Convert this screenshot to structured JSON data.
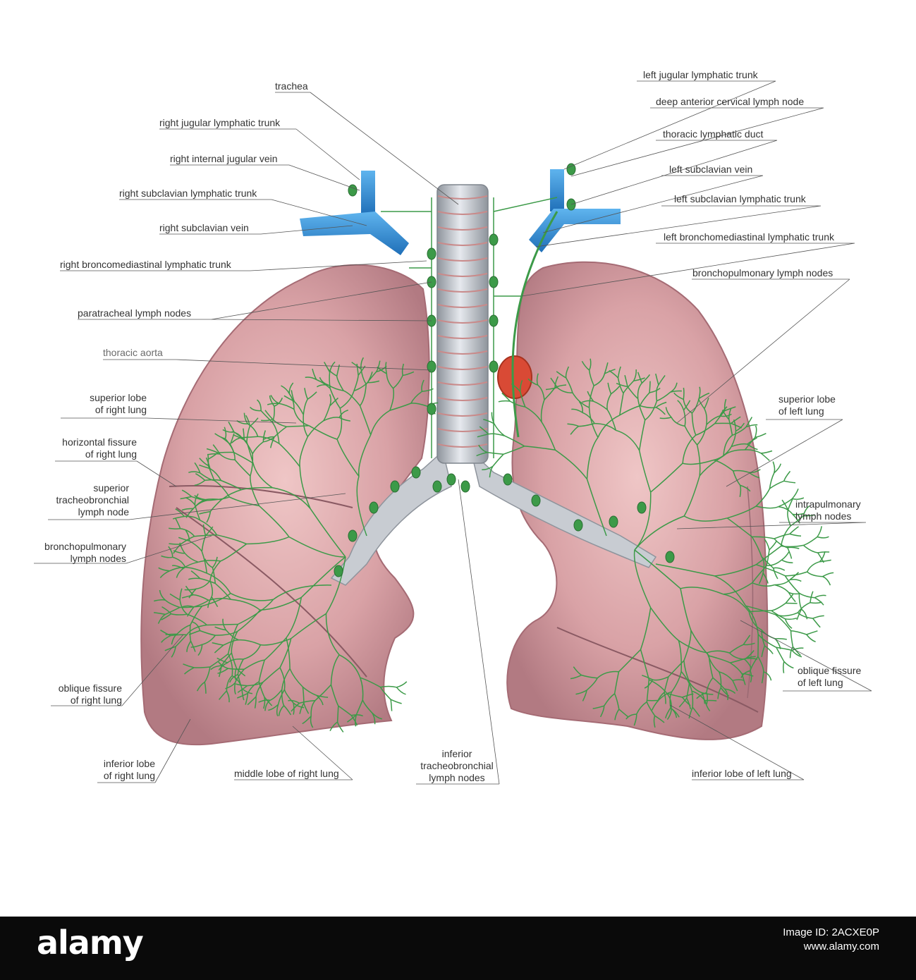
{
  "labels": {
    "trachea": "trachea",
    "right_jugular_trunk": "right jugular lymphatic trunk",
    "right_internal_jugular_vein": "right internal jugular vein",
    "right_subclavian_lymph_trunk": "right subclavian lymphatic trunk",
    "right_subclavian_vein": "right subclavian vein",
    "right_bronchomediastinal_trunk": "right broncomediastinal lymphatic trunk",
    "paratracheal_nodes": "paratracheal lymph nodes",
    "thoracic_aorta": "thoracic aorta",
    "superior_lobe_right": [
      "superior lobe",
      "of right lung"
    ],
    "horizontal_fissure_right": [
      "horizontal fissure",
      "of right lung"
    ],
    "superior_tracheobronchial": [
      "superior",
      "tracheobronchial",
      "lymph node"
    ],
    "bronchopulmonary_right": [
      "bronchopulmonary",
      "lymph nodes"
    ],
    "oblique_fissure_right": [
      "oblique fissure",
      "of right lung"
    ],
    "inferior_lobe_right": [
      "inferior lobe",
      "of right lung"
    ],
    "middle_lobe_right": "middle lobe of right lung",
    "inferior_tracheobronchial": [
      "inferior",
      "tracheobronchial",
      "lymph nodes"
    ],
    "inferior_lobe_left": "inferior lobe of left lung",
    "oblique_fissure_left": [
      "oblique fissure",
      "of left lung"
    ],
    "intrapulmonary_nodes": [
      "intrapulmonary",
      "lymph nodes"
    ],
    "superior_lobe_left": [
      "superior lobe",
      "of left lung"
    ],
    "bronchopulmonary_left": "bronchopulmonary lymph nodes",
    "left_bronchomediastinal_trunk": "left bronchomediastinal lymphatic trunk",
    "left_subclavian_lymph_trunk": "left subclavian lymphatic trunk",
    "left_subclavian_vein": "left subclavian vein",
    "thoracic_duct": "thoracic lymphatic duct",
    "deep_cervical_node": "deep anterior cervical lymph node",
    "left_jugular_trunk": "left jugular lymphatic trunk"
  },
  "footer": {
    "brand": "alamy",
    "image_id": "Image ID: 2ACXE0P",
    "site": "www.alamy.com"
  },
  "colors": {
    "lung": "#d9a2a6",
    "lymph": "#3c9a48",
    "vein": "#2f8fd6",
    "aorta": "#d94a35",
    "trachea": "#c8ccd2",
    "footer_bg": "#0a0a0a"
  }
}
